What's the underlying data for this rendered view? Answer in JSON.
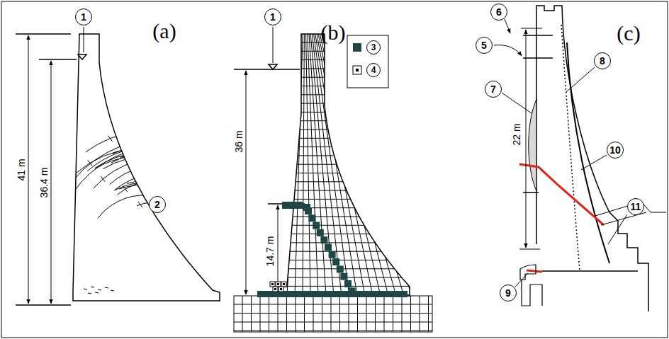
{
  "diagram": {
    "labels": [
      "(a)",
      "1",
      "41 m",
      "36.4 m",
      "2",
      "(b)",
      "1",
      "36 m",
      "14.7 m",
      "(c)",
      "6",
      "5",
      "22 m",
      "7",
      "8",
      "10",
      "9",
      "11"
    ],
    "legend": [
      {
        "text": "3",
        "color": "#1e4646"
      },
      {
        "text": "4"
      }
    ]
  }
}
